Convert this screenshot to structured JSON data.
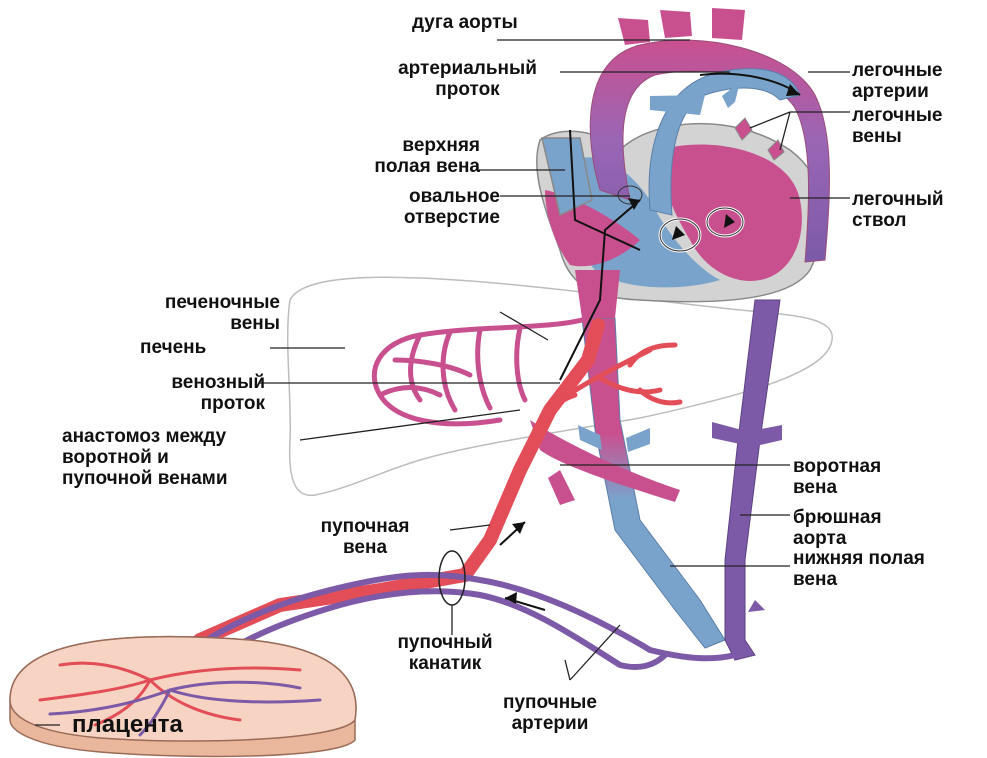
{
  "labels": {
    "aortic_arch": "дуга аорты",
    "ductus_arteriosus": [
      "артериальный",
      "проток"
    ],
    "pulmonary_arteries": [
      "легочные",
      "артерии"
    ],
    "pulmonary_veins": [
      "легочные",
      "вены"
    ],
    "superior_vena_cava": [
      "верхняя",
      "полая вена"
    ],
    "foramen_ovale": [
      "овальное",
      "отверстие"
    ],
    "pulmonary_trunk": [
      "легочный",
      "ствол"
    ],
    "hepatic_veins": [
      "печеночные",
      "вены"
    ],
    "liver": "печень",
    "ductus_venosus": [
      "венозный",
      "проток"
    ],
    "anastomosis": [
      "анастомоз между",
      "воротной и",
      "пупочной венами"
    ],
    "portal_vein": [
      "воротная",
      "вена"
    ],
    "abdominal_aorta": [
      "брюшная",
      "аорта"
    ],
    "inferior_vena_cava": [
      "нижняя полая",
      "вена"
    ],
    "umbilical_vein": [
      "пупочная",
      "вена"
    ],
    "umbilical_cord": [
      "пупочный",
      "канатик"
    ],
    "umbilical_arteries": [
      "пупочные",
      "артерии"
    ],
    "placenta": "плацента"
  },
  "colors": {
    "oxygenated": "#e34d57",
    "mixed": "#c9508f",
    "deoxygenated": "#7d8fc4",
    "venous_blue": "#7aa3cc",
    "arterial_purple": "#7c5aa8",
    "heart_wall": "#d3d3d3",
    "placenta": "#f2c7b0",
    "leader": "#222222"
  }
}
